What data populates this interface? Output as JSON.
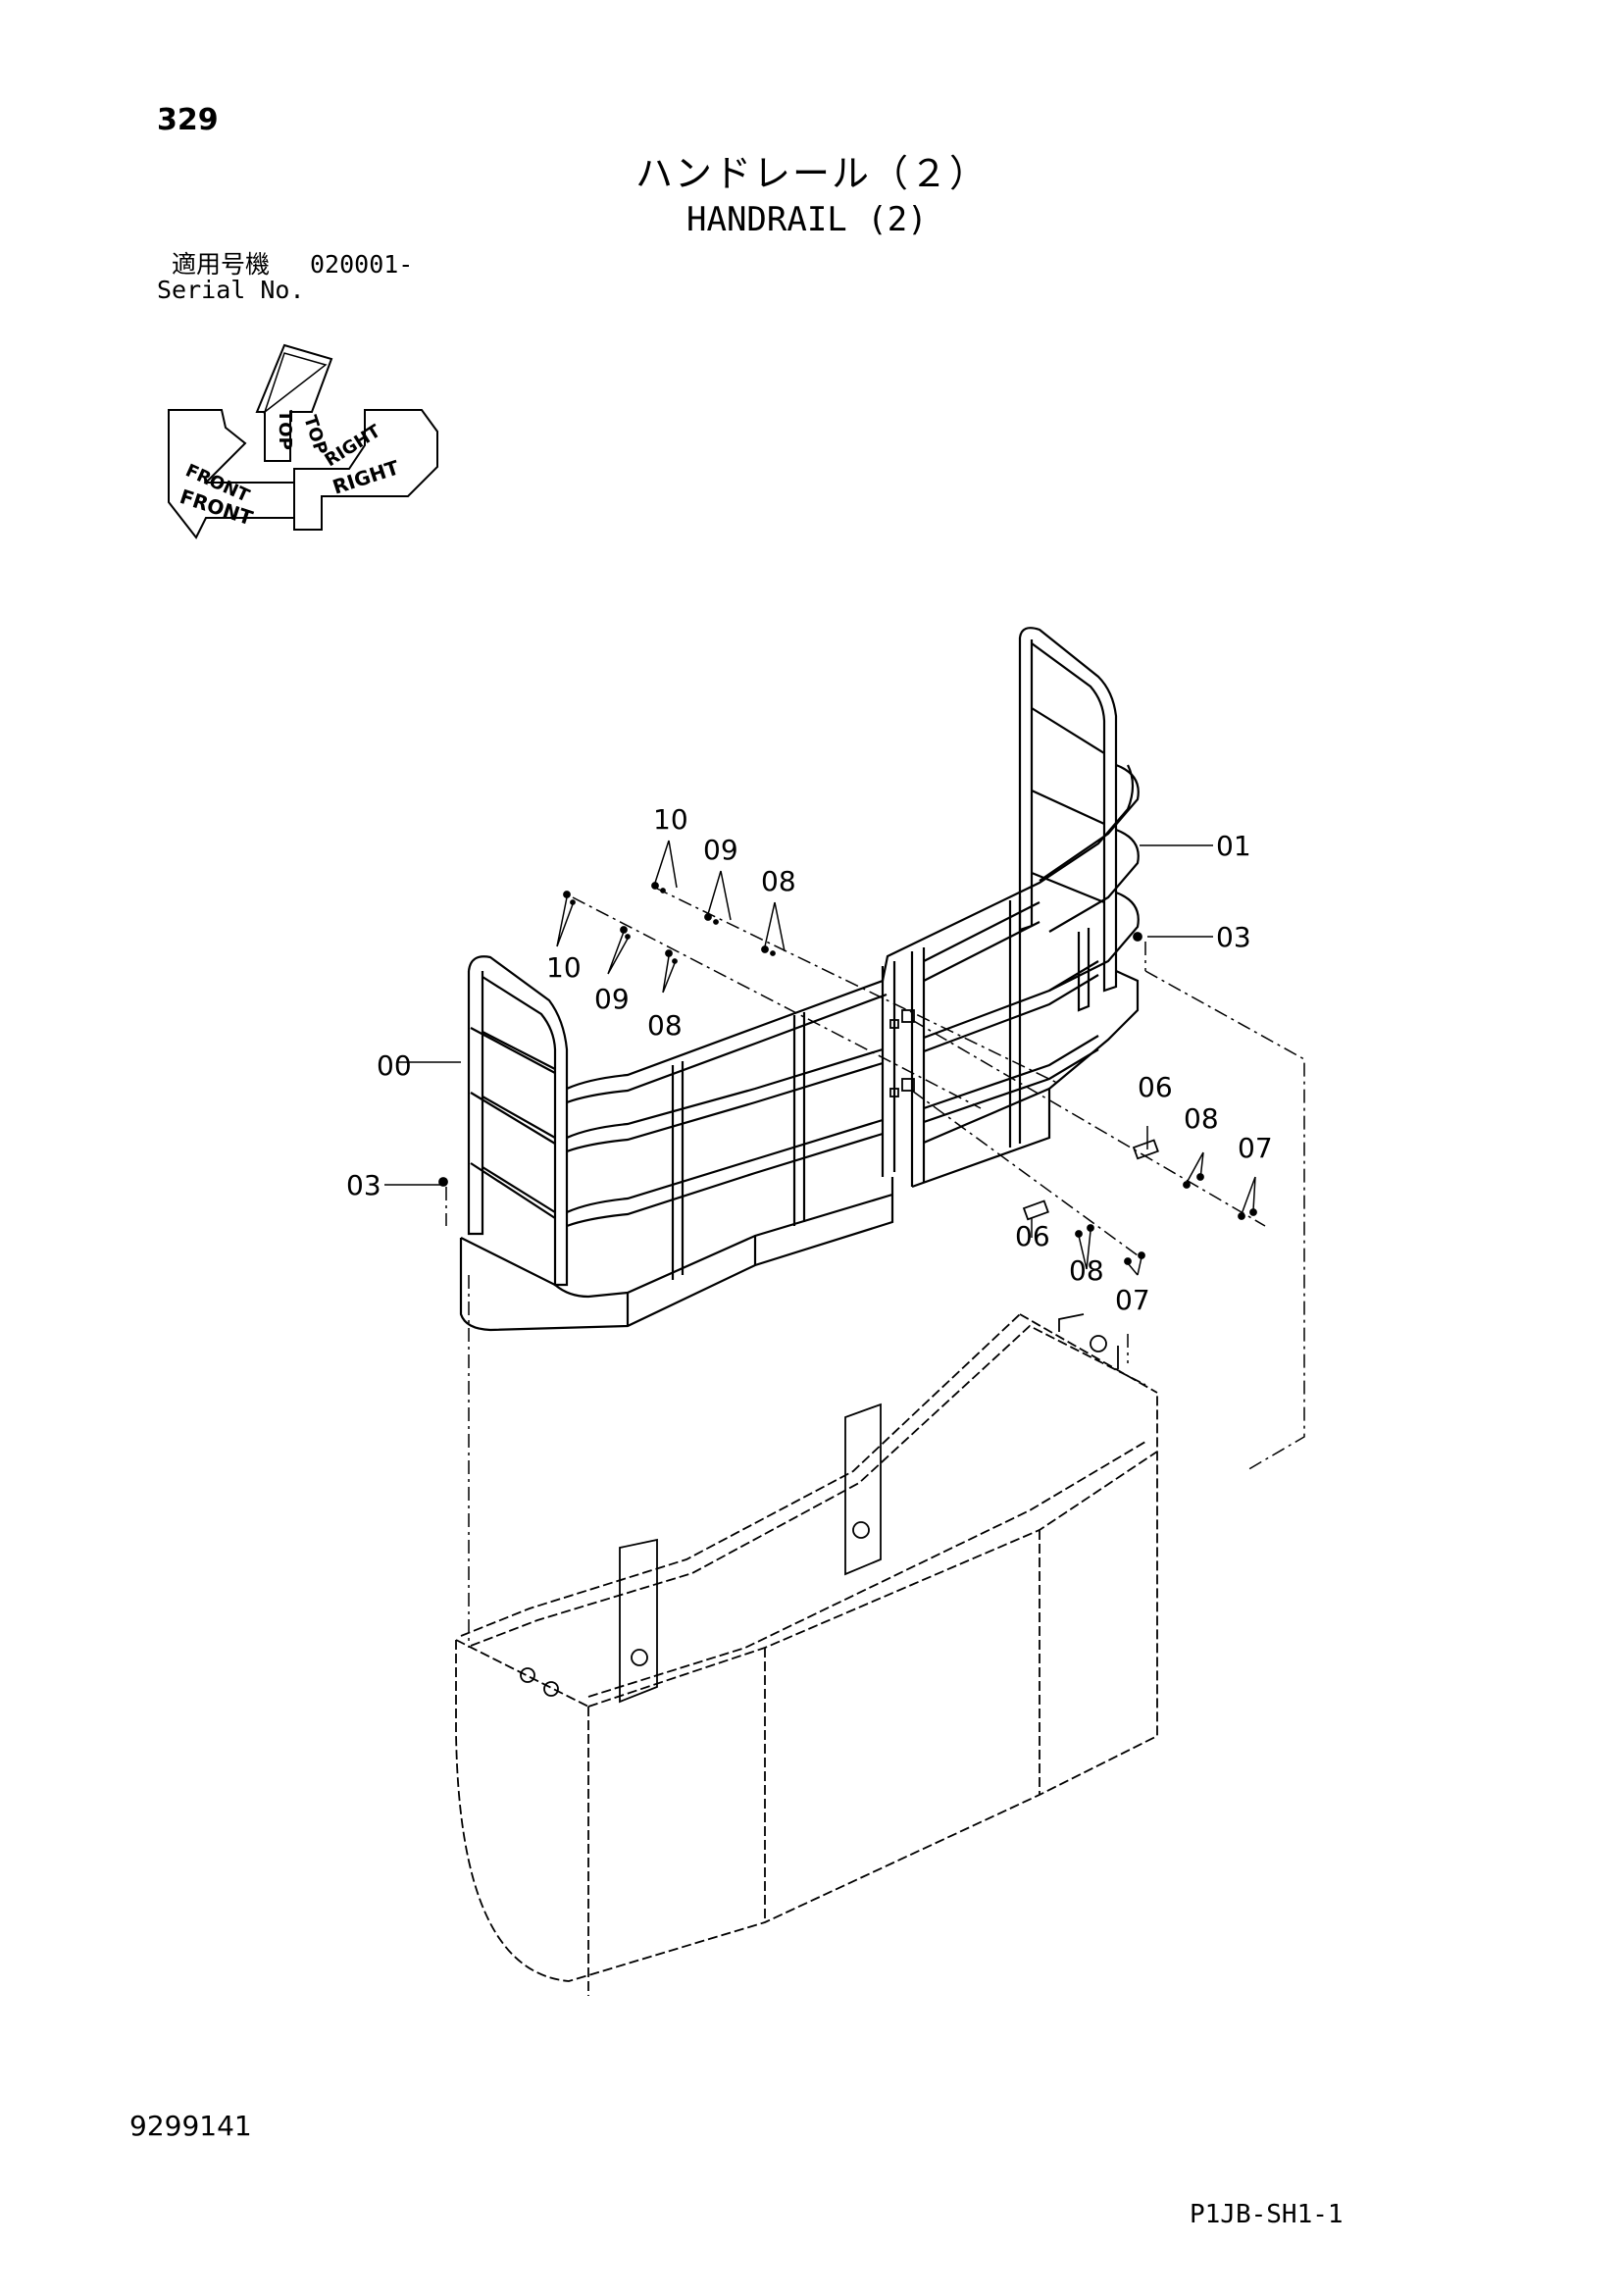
{
  "header": {
    "page_number": "329",
    "title_jp": "ハンドレール（２）",
    "title_en": "HANDRAIL (2)",
    "serial_label_jp": "適用号機",
    "serial_value": "020001-",
    "serial_label_en": "Serial No."
  },
  "orientation": {
    "top_label": "TOP",
    "front_label": "FRONT",
    "right_label": "RIGHT"
  },
  "callouts": {
    "c00": "00",
    "c01": "01",
    "c03a": "03",
    "c03b": "03",
    "c06a": "06",
    "c06b": "06",
    "c07a": "07",
    "c07b": "07",
    "c08a": "08",
    "c08b": "08",
    "c08c": "08",
    "c08d": "08",
    "c09a": "09",
    "c09b": "09",
    "c10a": "10",
    "c10b": "10"
  },
  "footer": {
    "drawing_number": "9299141",
    "sheet_code": "P1JB-SH1-1"
  }
}
